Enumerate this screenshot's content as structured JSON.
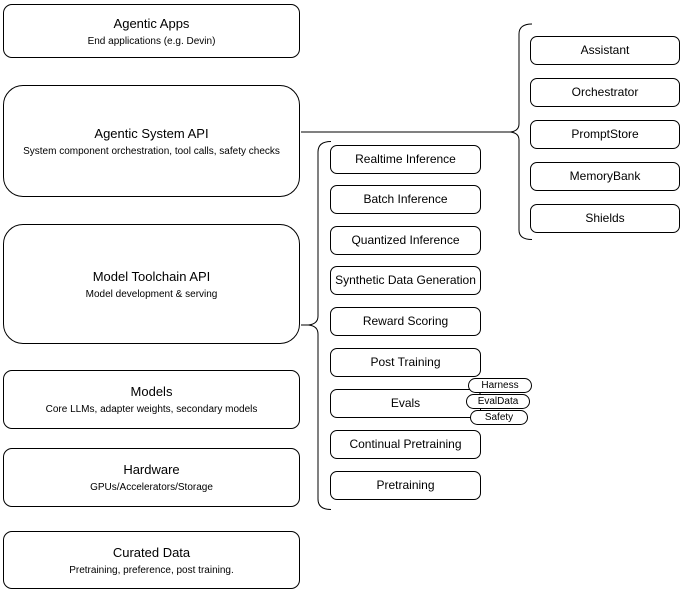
{
  "diagram": {
    "left_stack": [
      {
        "title": "Agentic Apps",
        "subtitle": "End applications (e.g. Devin)"
      },
      {
        "title": "Agentic System API",
        "subtitle": "System component orchestration, tool calls, safety checks"
      },
      {
        "title": "Model Toolchain API",
        "subtitle": "Model development & serving"
      },
      {
        "title": "Models",
        "subtitle": "Core LLMs, adapter weights, secondary models"
      },
      {
        "title": "Hardware",
        "subtitle": "GPUs/Accelerators/Storage"
      },
      {
        "title": "Curated Data",
        "subtitle": "Pretraining, preference, post training."
      }
    ],
    "toolchain_services": [
      "Realtime Inference",
      "Batch Inference",
      "Quantized Inference",
      "Synthetic Data Generation",
      "Reward Scoring",
      "Post Training",
      "Evals",
      "Continual Pretraining",
      "Pretraining"
    ],
    "evals_tags": [
      "Harness",
      "EvalData",
      "Safety"
    ],
    "system_components": [
      "Assistant",
      "Orchestrator",
      "PromptStore",
      "MemoryBank",
      "Shields"
    ],
    "colors": {
      "stroke": "#000000",
      "background": "#ffffff",
      "text": "#000000"
    }
  }
}
